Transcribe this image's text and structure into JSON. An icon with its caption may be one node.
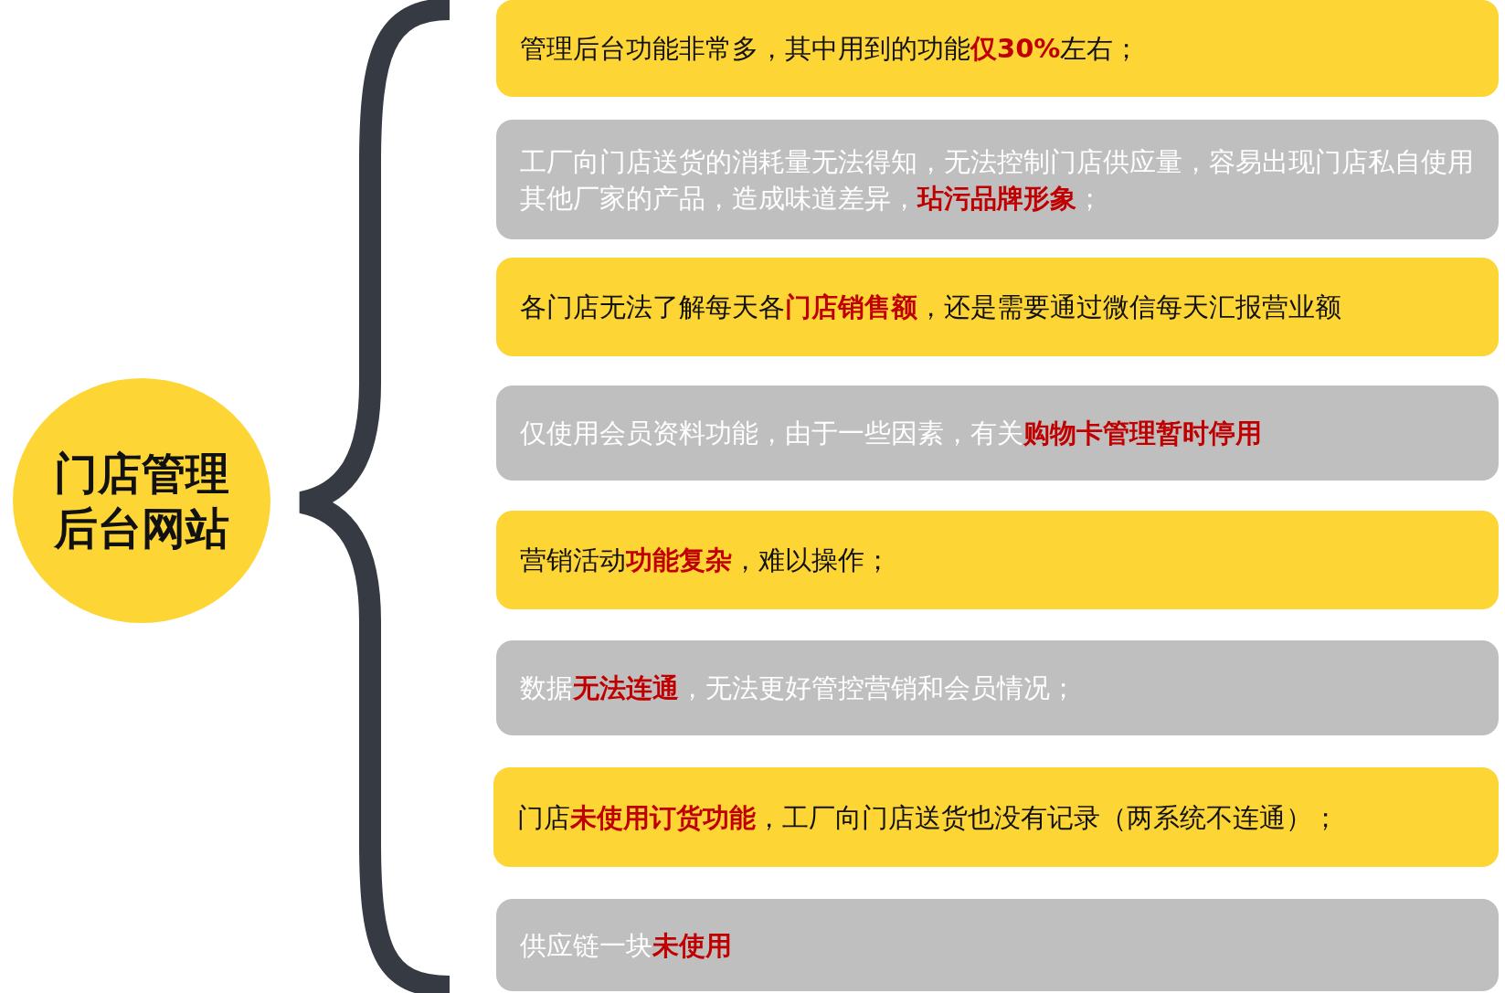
{
  "diagram": {
    "nodes": [
      {
        "text": [
          "门店管理后台网站"
        ]
      },
      {
        "text": [
          "管理后台功能非常多，其中用到的功能**仅30%**左右；"
        ]
      },
      {
        "text": [
          "工厂向门店送货的消耗量无法得知，无法控制门店供应量，容易出现门店私自使用其他厂家的产品，造成味道差异，**玷污品牌形象**；"
        ]
      },
      {
        "text": [
          "各门店无法了解每天各**门店销售额**，还是需要通过微信每天汇报营业额"
        ]
      },
      {
        "text": [
          "仅使用会员资料功能，由于一些因素，有关**购物卡管理暂时停用**"
        ]
      },
      {
        "text": [
          "营销活动**功能复杂**，难以操作；"
        ]
      },
      {
        "text": [
          "数据**无法连通**，无法更好管控营销和会员情况；"
        ]
      },
      {
        "text": [
          "门店**未使用订货功能**，工厂向门店送货也没有记录（两系统不连通）；"
        ]
      },
      {
        "text": [
          "供应链一块**未使用**"
        ]
      }
    ]
  }
}
